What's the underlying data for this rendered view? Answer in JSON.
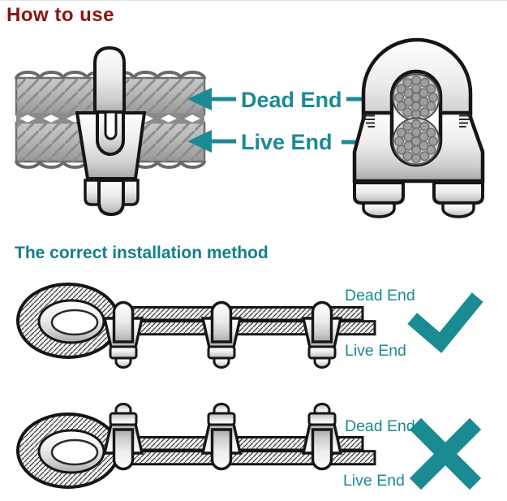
{
  "header": {
    "title": "How to use"
  },
  "colors": {
    "title_red": "#8f1011",
    "heading_teal": "#157e88",
    "accent_teal": "#1a8a93",
    "rope_gray": "#b5b5b5",
    "outline": "#161616"
  },
  "usage_diagram": {
    "dead_end_label": "Dead End",
    "live_end_label": "Live End",
    "icons": [
      "arrow-left-icon",
      "arrow-right-icon"
    ]
  },
  "correct_section": {
    "heading": "The correct installation method",
    "dead_end_label": "Dead End",
    "live_end_label": "Live End",
    "result_icon": "check-icon"
  },
  "incorrect_section": {
    "dead_end_label": "Dead End",
    "live_end_label": "Live End",
    "result_icon": "cross-icon"
  }
}
